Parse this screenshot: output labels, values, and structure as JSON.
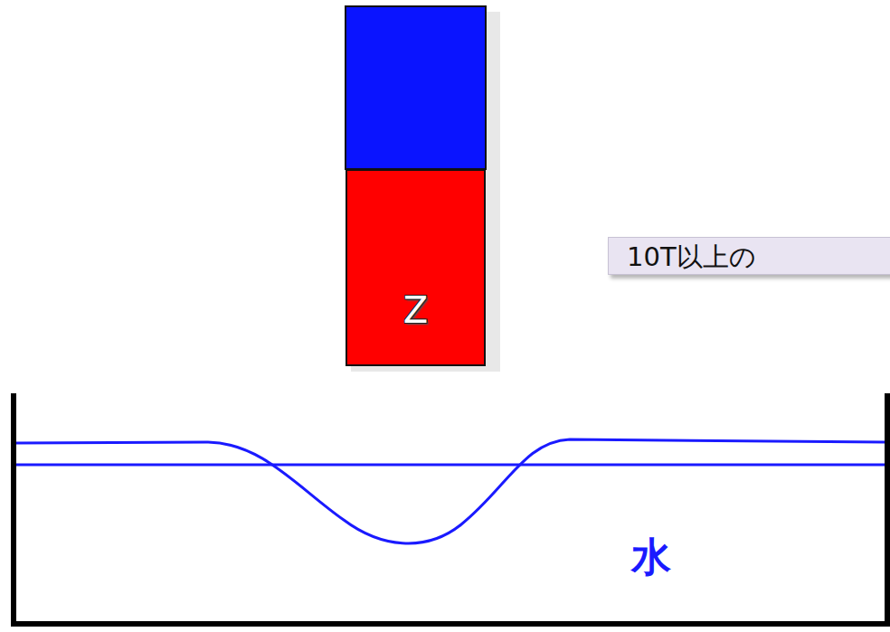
{
  "diagram": {
    "nodes": [
      {
        "text": [
          "Z"
        ]
      },
      {
        "text": [
          "10T以上の"
        ]
      }
    ],
    "labels": [
      "水"
    ]
  }
}
